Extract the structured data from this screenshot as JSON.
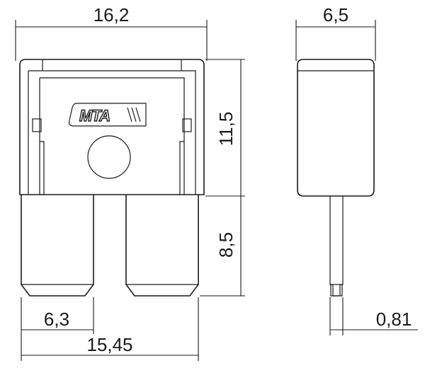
{
  "dimensions": {
    "top_width": "16,2",
    "side_width": "6,5",
    "body_height": "11,5",
    "blade_height": "8,5",
    "blade_width": "6,3",
    "total_width": "15,45",
    "blade_thickness": "0,81"
  },
  "logo": {
    "text": "MTA"
  }
}
